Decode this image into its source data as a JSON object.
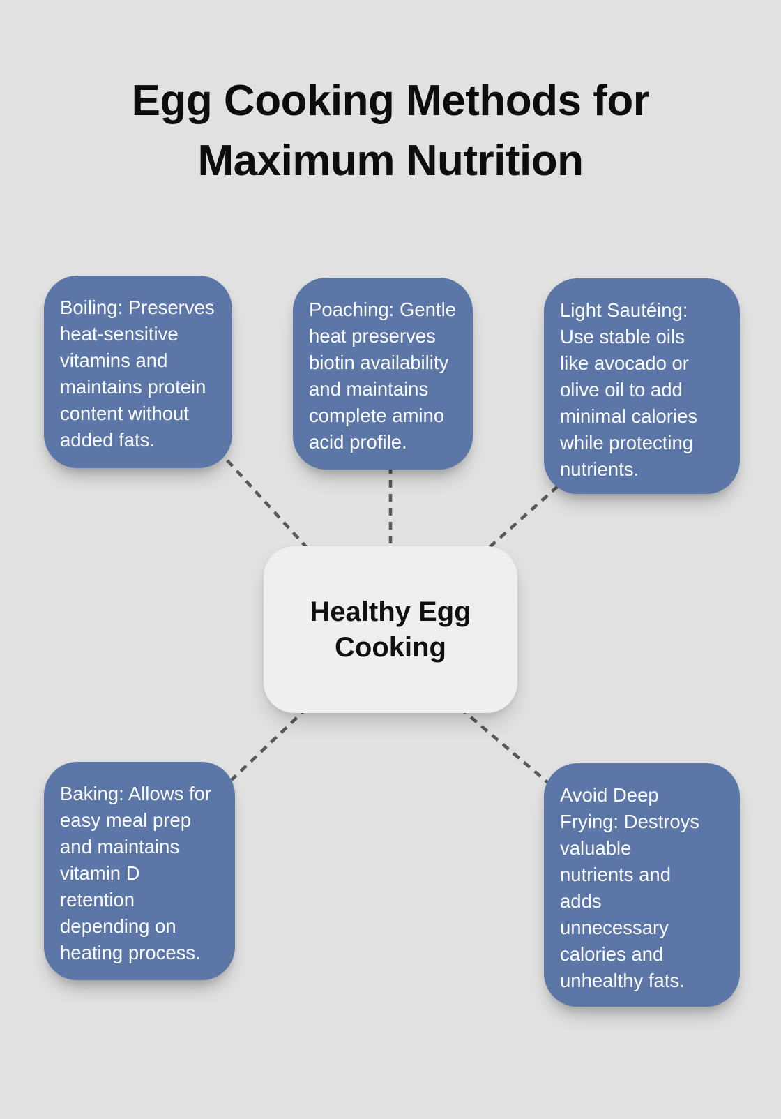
{
  "title": "Egg Cooking Methods for\nMaximum Nutrition",
  "center": {
    "label": "Healthy Egg\nCooking"
  },
  "nodes": [
    {
      "id": "boiling",
      "text": "Boiling: Preserves\nheat-sensitive\nvitamins and\nmaintains protein\ncontent without\nadded fats."
    },
    {
      "id": "poaching",
      "text": "Poaching: Gentle\nheat preserves\nbiotin availability\nand maintains\ncomplete amino\nacid profile."
    },
    {
      "id": "sauteing",
      "text": "Light Sautéing:\nUse stable oils\nlike avocado or\nolive oil to add\nminimal calories\nwhile protecting\nnutrients."
    },
    {
      "id": "baking",
      "text": "Baking: Allows for\neasy meal prep\nand maintains\nvitamin D\nretention\ndepending on\nheating process."
    },
    {
      "id": "deep-frying",
      "text": "Avoid Deep\nFrying: Destroys\nvaluable\nnutrients and\nadds\nunnecessary\ncalories and\nunhealthy fats."
    }
  ],
  "colors": {
    "background": "#e0e1e0",
    "node_fill": "#5c76a7",
    "node_text": "#fafcff",
    "center_fill": "#efefef",
    "center_text": "#111111",
    "title_text": "#0d0d0d",
    "connector": "#58585a"
  }
}
